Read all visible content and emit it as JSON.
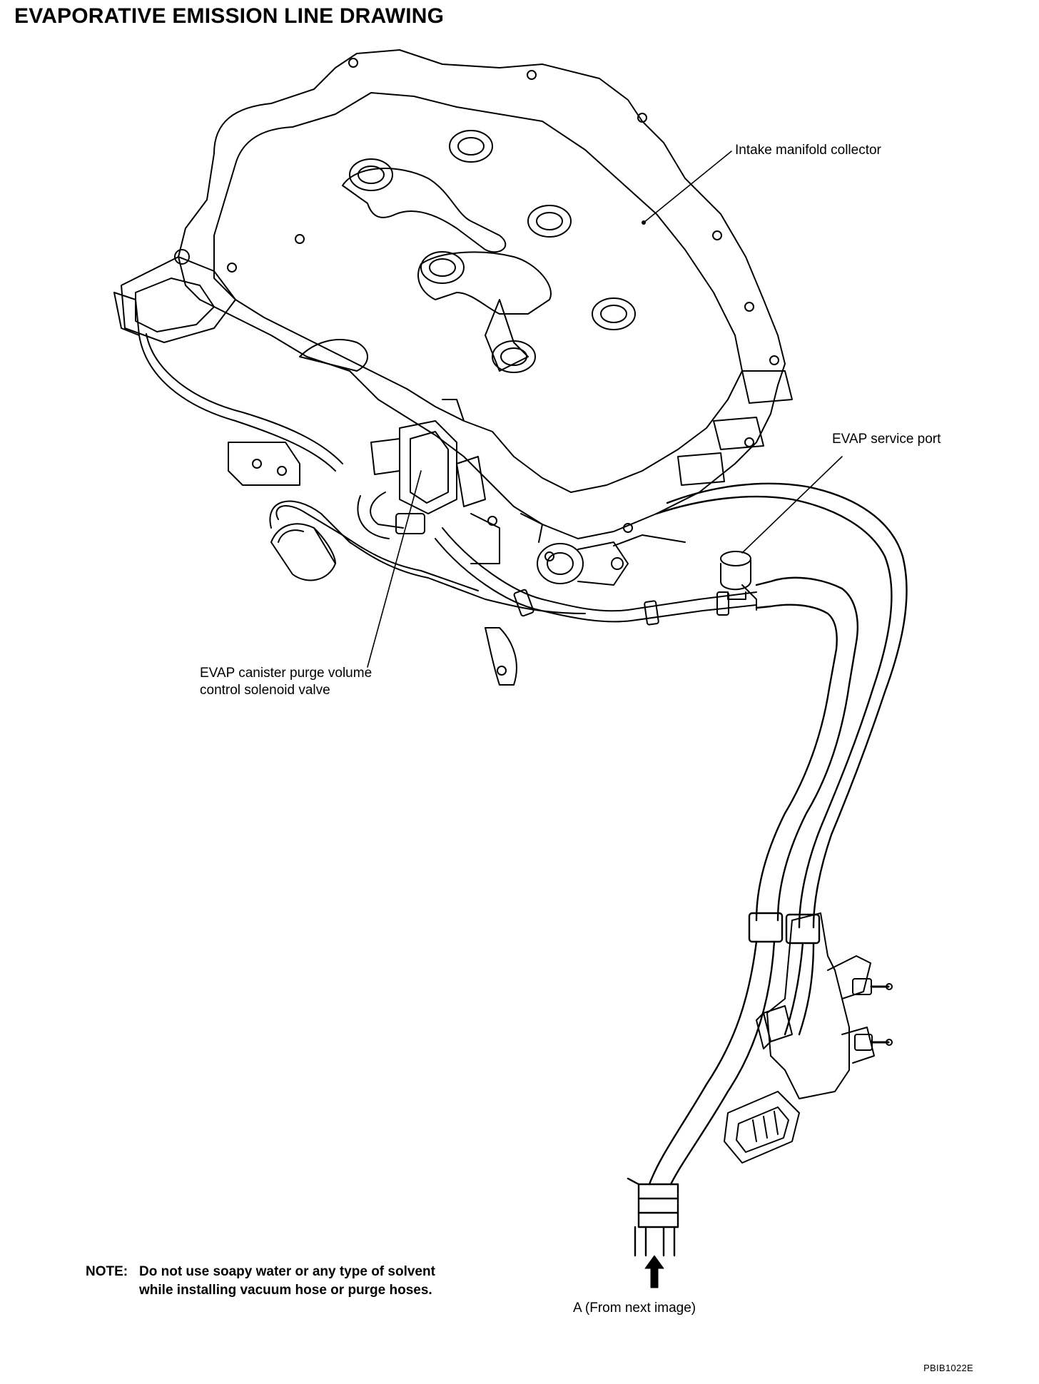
{
  "title": "EVAPORATIVE EMISSION LINE DRAWING",
  "labels": {
    "intake_manifold": "Intake manifold collector",
    "evap_service_port": "EVAP service port",
    "purge_valve_line1": "EVAP canister purge volume",
    "purge_valve_line2": "control solenoid valve",
    "from_next_image": "A (From next image)"
  },
  "note": {
    "prefix": "NOTE:",
    "line1": "Do not use soapy water or any type of solvent",
    "line2": "while installing vacuum hose or purge hoses."
  },
  "figure_code": "PBIB1022E"
}
